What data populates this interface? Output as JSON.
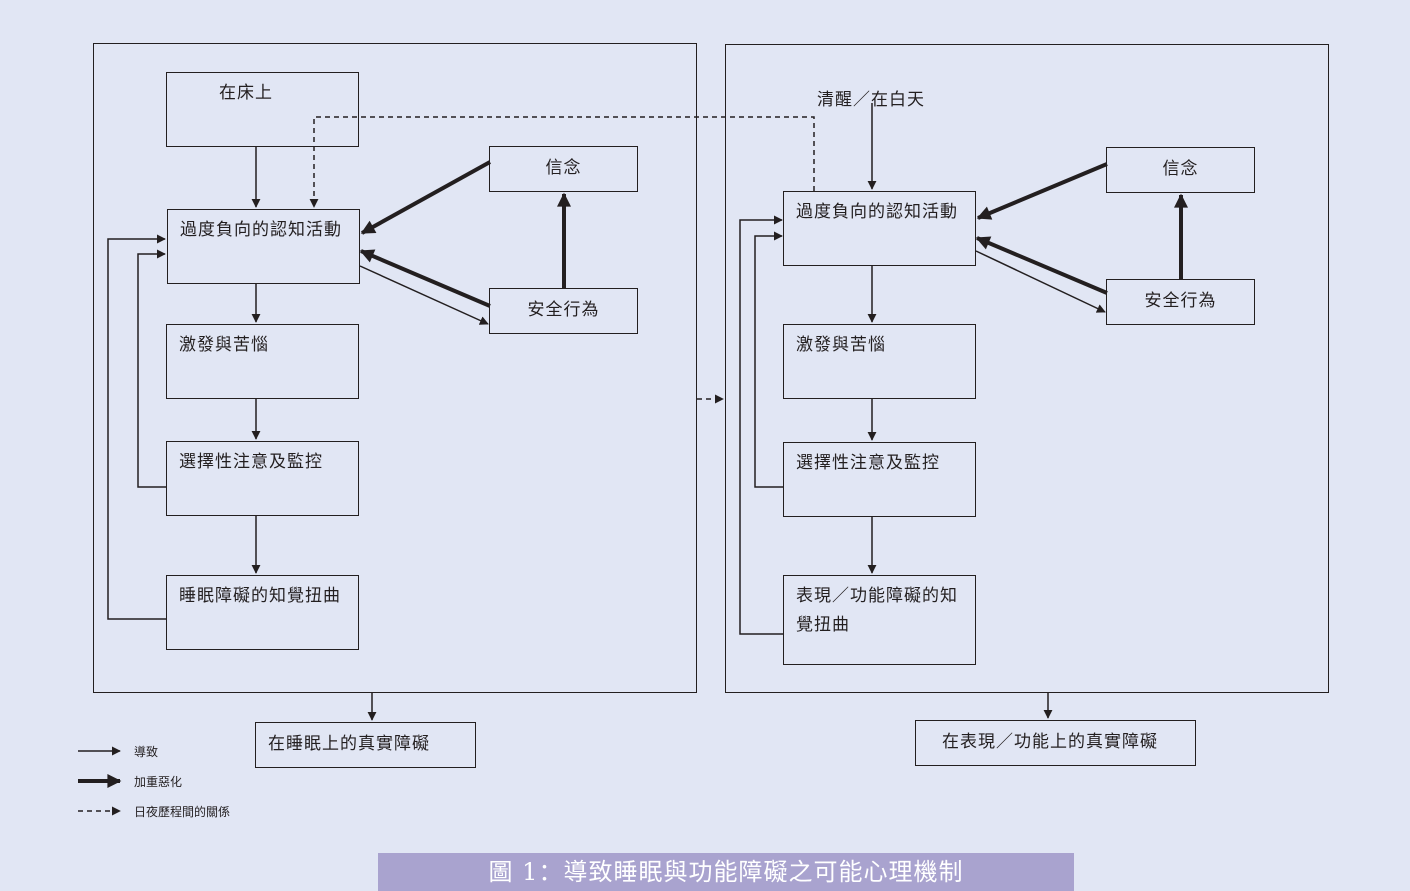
{
  "left_panel": {
    "in_bed": "在床上",
    "cognitive_activity": "過度負向的認知活動",
    "arousal": "激發與苦惱",
    "attention": "選擇性注意及監控",
    "perception": "睡眠障礙的知覺扭曲",
    "beliefs": "信念",
    "safety": "安全行為",
    "outcome": "在睡眠上的真實障礙"
  },
  "right_panel": {
    "awake": "清醒／在白天",
    "cognitive_activity": "過度負向的認知活動",
    "arousal": "激發與苦惱",
    "attention": "選擇性注意及監控",
    "perception": "表現／功能障礙的知覺扭曲",
    "beliefs": "信念",
    "safety": "安全行為",
    "outcome": "在表現／功能上的真實障礙"
  },
  "legend": {
    "leads_to": "導致",
    "exacerbates": "加重惡化",
    "day_night": "日夜歷程間的關係"
  },
  "caption": "圖 1：導致睡眠與功能障礙之可能心理機制"
}
